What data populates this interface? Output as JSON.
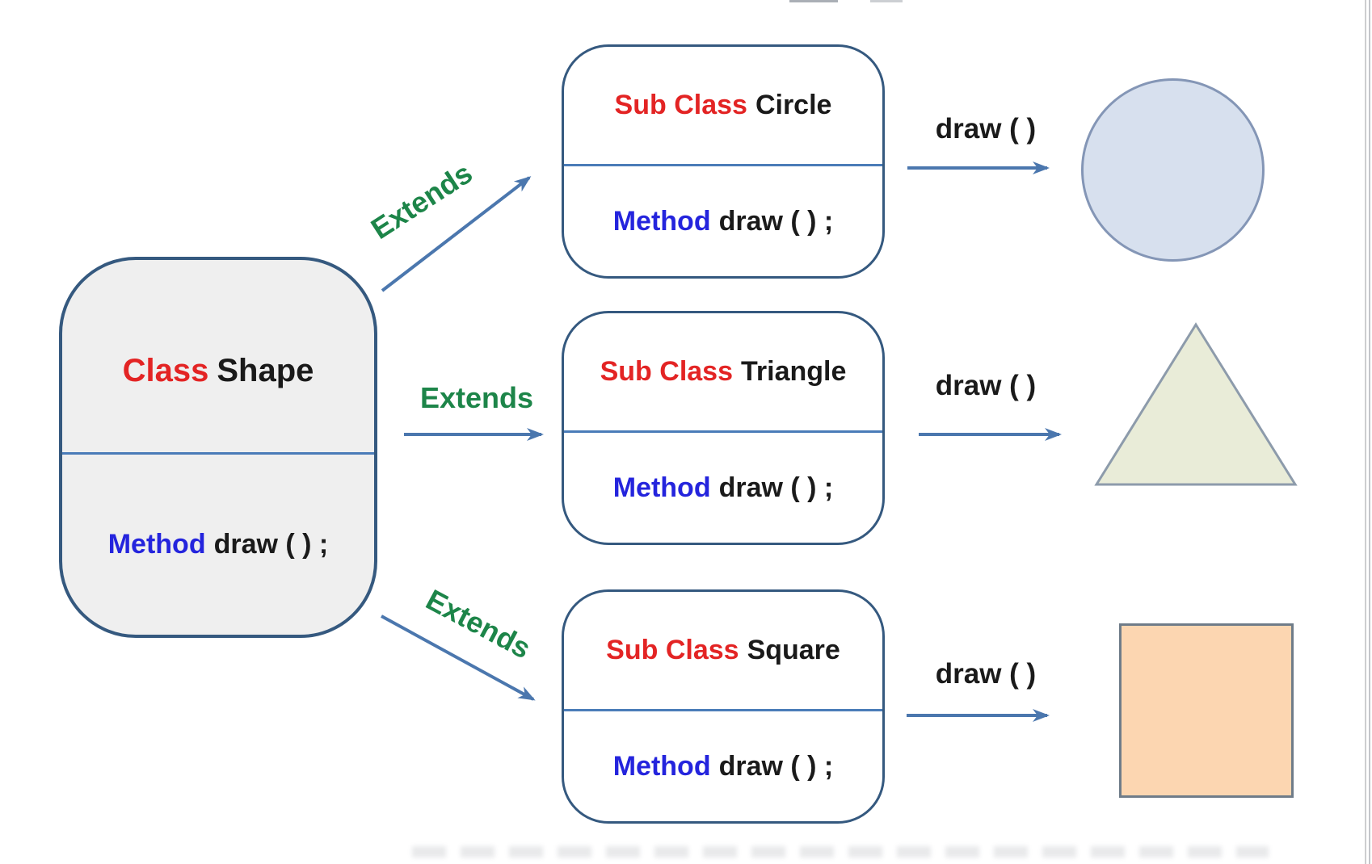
{
  "colors": {
    "box_border": "#35597f",
    "divider_blue": "#4a7cb8",
    "arrow_blue": "#4b77ae",
    "extends_green": "#1d8549",
    "keyword_red": "#e32424",
    "keyword_blue": "#2424dd",
    "text_black": "#1a1a1a",
    "main_box_fill": "#efefef",
    "sub_box_fill": "#ffffff",
    "circle_fill": "#d7e0ee",
    "circle_border": "#8496b6",
    "triangle_fill": "#e9ecd8",
    "triangle_border": "#8d9bab",
    "square_fill": "#fcd6b1",
    "square_border": "#6f7c89"
  },
  "diagram": {
    "main_class": {
      "keyword": "Class",
      "name": "Shape",
      "method_keyword": "Method",
      "method_code": "draw ( ) ;"
    },
    "sub_classes": [
      {
        "keyword": "Sub Class",
        "name": "Circle",
        "method_keyword": "Method",
        "method_code": "draw ( ) ;",
        "relation_label": "Extends",
        "draw_label": "draw ( )",
        "result_shape": "circle"
      },
      {
        "keyword": "Sub Class",
        "name": "Triangle",
        "method_keyword": "Method",
        "method_code": "draw ( ) ;",
        "relation_label": "Extends",
        "draw_label": "draw ( )",
        "result_shape": "triangle"
      },
      {
        "keyword": "Sub Class",
        "name": "Square",
        "method_keyword": "Method",
        "method_code": "draw ( ) ;",
        "relation_label": "Extends",
        "draw_label": "draw ( )",
        "result_shape": "square"
      }
    ]
  }
}
